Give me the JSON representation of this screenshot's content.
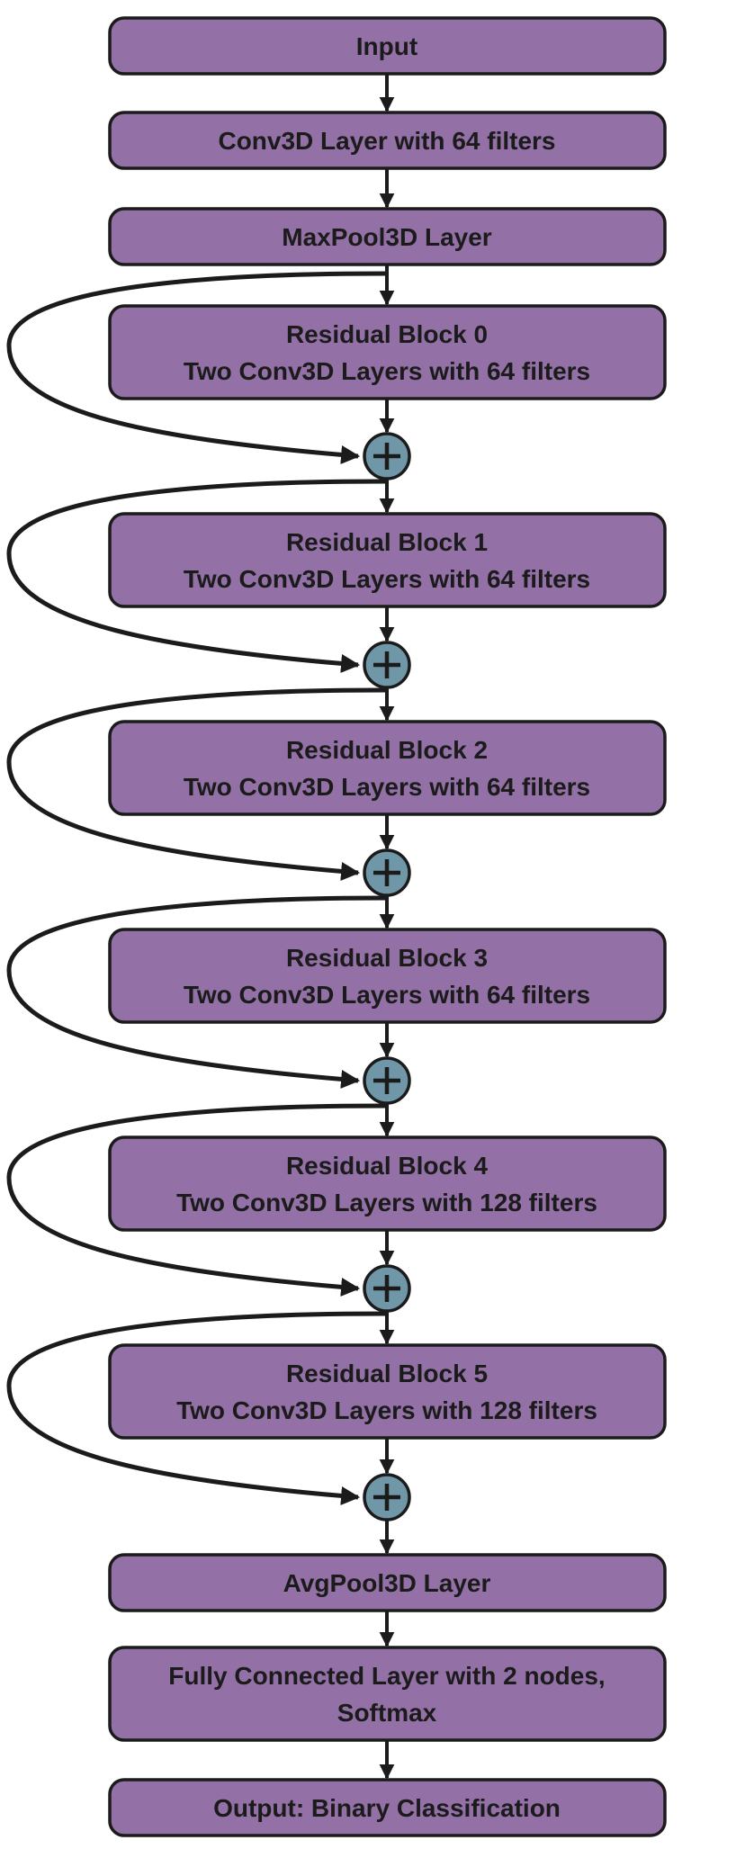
{
  "nodes": [
    {
      "id": "input",
      "lines": [
        "Input"
      ]
    },
    {
      "id": "conv3d",
      "lines": [
        "Conv3D Layer with 64 filters"
      ]
    },
    {
      "id": "maxpool3d",
      "lines": [
        "MaxPool3D Layer"
      ]
    },
    {
      "id": "residual-block-0",
      "lines": [
        "Residual Block 0",
        "Two Conv3D Layers with 64 filters"
      ]
    },
    {
      "id": "residual-block-1",
      "lines": [
        "Residual Block 1",
        "Two Conv3D Layers with 64 filters"
      ]
    },
    {
      "id": "residual-block-2",
      "lines": [
        "Residual Block 2",
        "Two Conv3D Layers with 64 filters"
      ]
    },
    {
      "id": "residual-block-3",
      "lines": [
        "Residual Block 3",
        "Two Conv3D Layers with 64 filters"
      ]
    },
    {
      "id": "residual-block-4",
      "lines": [
        "Residual Block 4",
        "Two Conv3D Layers with 128 filters"
      ]
    },
    {
      "id": "residual-block-5",
      "lines": [
        "Residual Block 5",
        "Two Conv3D Layers with 128 filters"
      ]
    },
    {
      "id": "avgpool3d",
      "lines": [
        "AvgPool3D Layer"
      ]
    },
    {
      "id": "fully-connected",
      "lines": [
        "Fully Connected Layer with 2 nodes,",
        "Softmax"
      ]
    },
    {
      "id": "output",
      "lines": [
        "Output: Binary Classification"
      ]
    }
  ],
  "colors": {
    "box_fill": "#9370a6",
    "sum_fill": "#6f97a8",
    "stroke": "#1b1b1b"
  },
  "icons": {
    "sum": "plus-circle-icon",
    "arrow": "arrow-down-icon"
  }
}
